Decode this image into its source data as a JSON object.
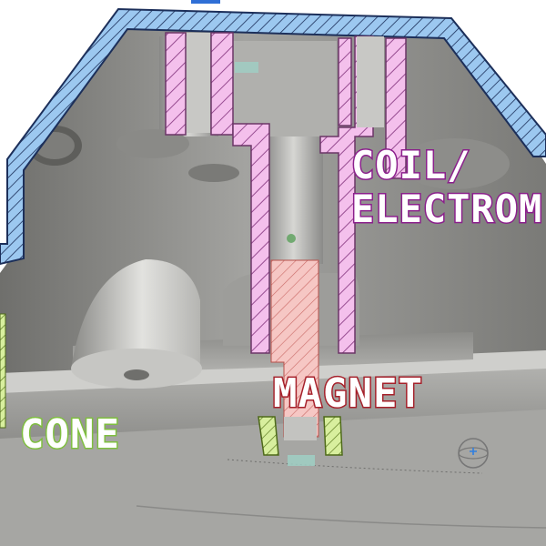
{
  "labels": {
    "coil_line1": "COIL/",
    "coil_line2": "ELECTROM",
    "magnet": "MAGNET",
    "cone": "CONE"
  },
  "colors": {
    "coil": "#8b1f8c",
    "magnet": "#a5202a",
    "cone": "#7fbf3f",
    "housing_section": "#9cc8f0",
    "coil_section": "#f4c0ec",
    "magnet_section": "#f6c7c4",
    "cone_section": "#d8ef9e",
    "metal": "#9a9a98"
  },
  "icons": {
    "view_cube": "orbit-icon"
  }
}
